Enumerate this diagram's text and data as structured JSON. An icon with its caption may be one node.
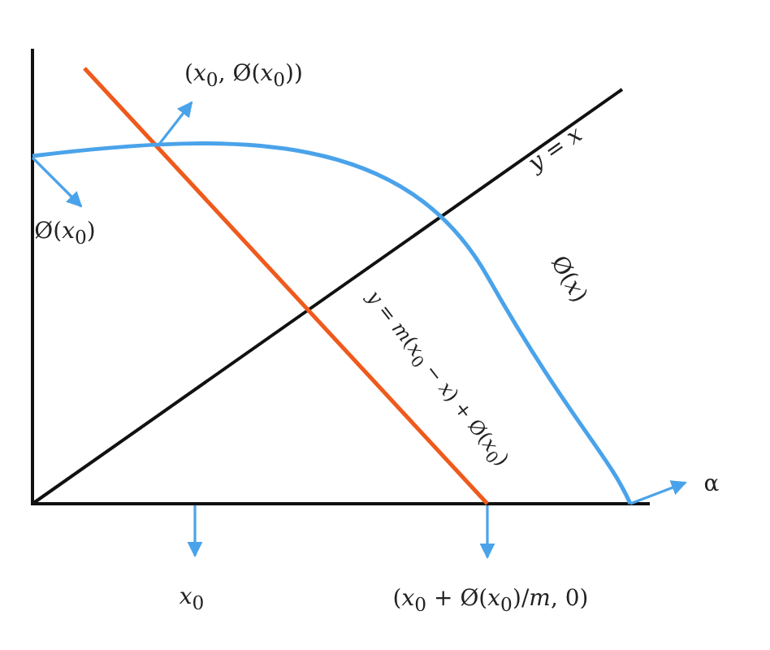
{
  "diagram": {
    "nodes": [
      {
        "text": [
          "(*x*$_{0}$, Ø(*x*$_{0}$))"
        ]
      },
      {
        "text": [
          "Ø(*x*$_{0}$)"
        ]
      },
      {
        "text": [
          "α"
        ]
      },
      {
        "text": [
          "*x*$_{0}$"
        ]
      },
      {
        "text": [
          "(*x*$_{0}$ + Ø(*x*$_{0}$)/*m*, 0)"
        ]
      }
    ],
    "edges": [
      {
        "from": null,
        "to": 0,
        "arrow": "to"
      },
      {
        "from": null,
        "to": 1,
        "arrow": "to"
      },
      {
        "from": null,
        "to": 2,
        "arrow": "to"
      },
      {
        "from": null,
        "to": 3,
        "arrow": "to"
      },
      {
        "from": null,
        "to": 4,
        "arrow": "to"
      }
    ],
    "labels": [
      "*y* = *x*",
      "*y* = *m*(*x*$_{0}$ − *x*) + Ø(*x*$_{0}$)",
      "Ø(*x*)"
    ]
  }
}
